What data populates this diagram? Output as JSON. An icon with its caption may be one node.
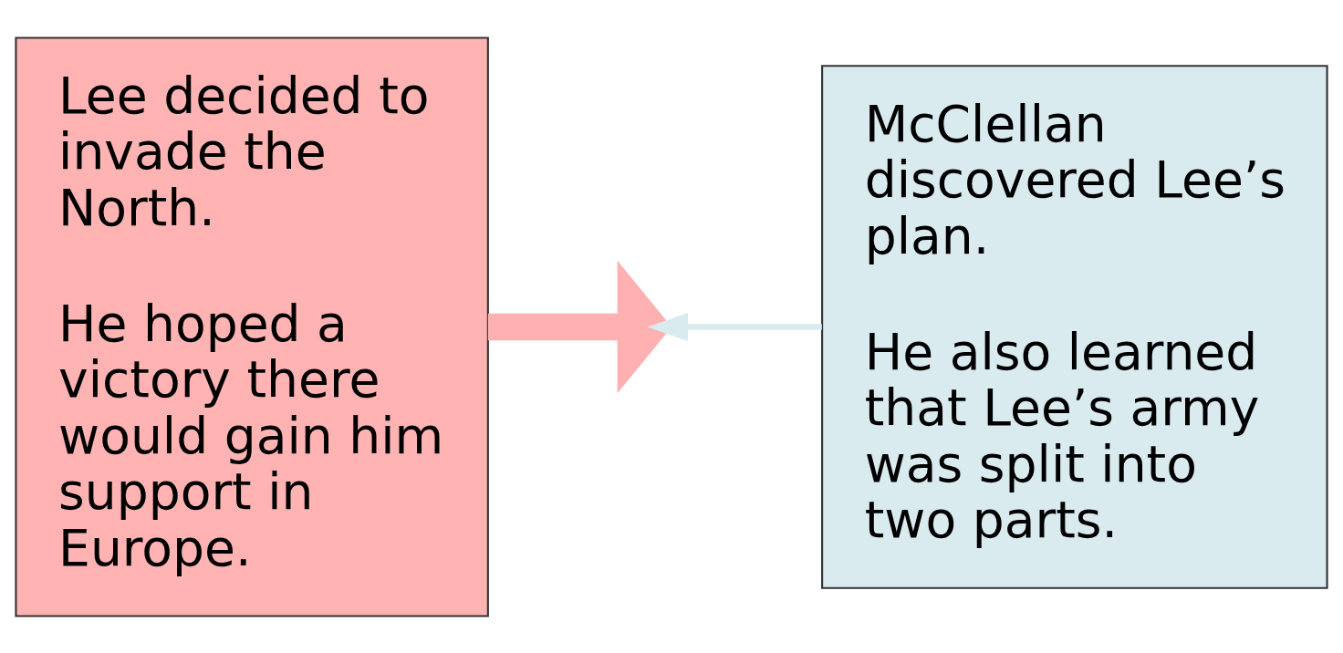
{
  "diagram": {
    "nodes": [
      {
        "text": [
          "Lee decided to invade the North.",
          "He hoped a victory there would gain him support in Europe."
        ]
      },
      {
        "text": [
          "McClellan discovered Lee’s plan.",
          "He also learned that Lee’s army was split into two parts."
        ]
      }
    ],
    "edges": [
      {
        "from": 0,
        "to": null,
        "arrow": "to",
        "style": "thick",
        "color": "#ffb0b0"
      },
      {
        "from": 1,
        "to": null,
        "arrow": "to",
        "color": "#daebf0"
      }
    ]
  }
}
